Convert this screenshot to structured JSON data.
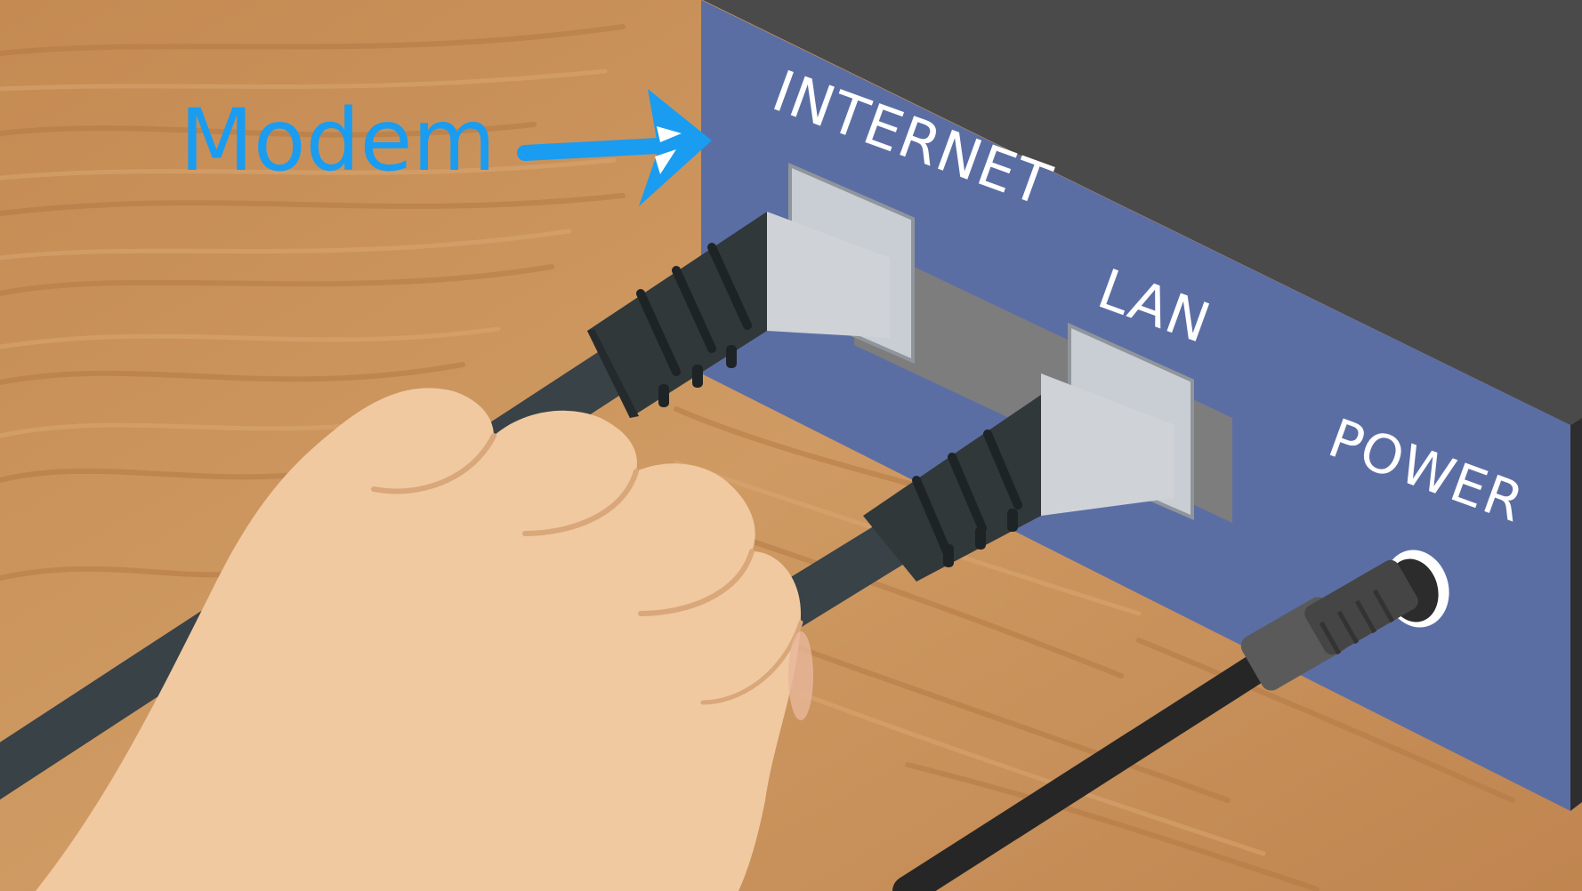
{
  "callout": {
    "label": "Modem",
    "color": "#1a9cf0",
    "arrow_icon": "arrow-right-icon"
  },
  "modem": {
    "ports": [
      {
        "label": "INTERNET"
      },
      {
        "label": "LAN"
      },
      {
        "label": "POWER"
      }
    ],
    "panel_color": "#5b6ea4",
    "top_color": "#4f4f4f"
  },
  "scene": {
    "surface_color": "#c9905a",
    "cable_color": "#30383a",
    "skin_color": "#f0c9a0"
  }
}
